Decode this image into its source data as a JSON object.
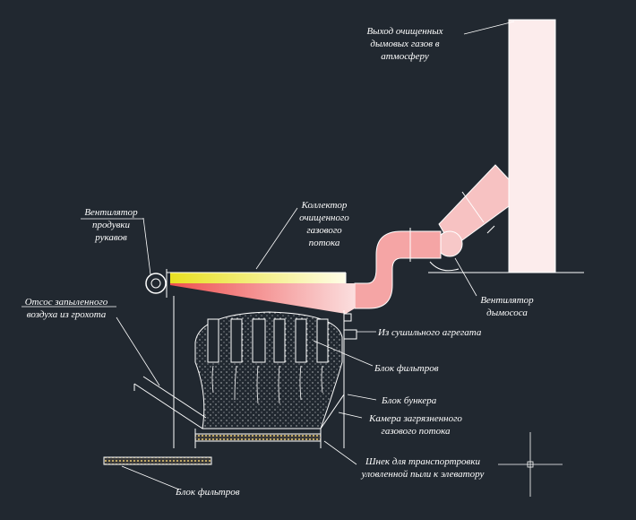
{
  "labels": {
    "exhaust": [
      "Выход очищенных",
      "дымовых газов в",
      "атмосферу"
    ],
    "blow_fan": [
      "Вентилятор",
      "продувки",
      "рукавов"
    ],
    "collector": [
      "Коллектор",
      "очищенного",
      "газового",
      "потока"
    ],
    "dusty_air": [
      "Отсос запыленного",
      "воздуха из грохота"
    ],
    "exhauster": [
      "Вентилятор",
      "дымососа"
    ],
    "from_dryer": "Из сушильного агрегата",
    "filter_block": "Блок фильтров",
    "hopper_block": "Блок бункера",
    "dirty_chamber": [
      "Камера загрязненного",
      "газового потока"
    ],
    "screw": [
      "Шнек для транспортровки",
      "уловленной пыли к элеватору"
    ],
    "filter_block_bottom": "Блок фильтров"
  },
  "colors": {
    "background": "#212830",
    "yellow_gas": "#f2ec3a",
    "red_gas": "#ee5a5a",
    "stack": "#fbeaea",
    "lines": "#ffffff"
  }
}
